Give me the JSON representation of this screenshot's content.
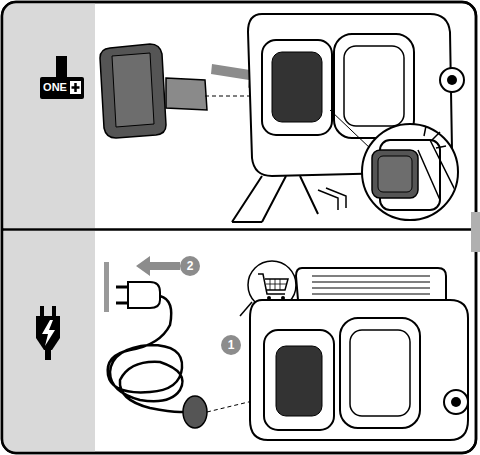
{
  "diagram": {
    "labels": [
      "ONE",
      "2",
      "1"
    ]
  }
}
